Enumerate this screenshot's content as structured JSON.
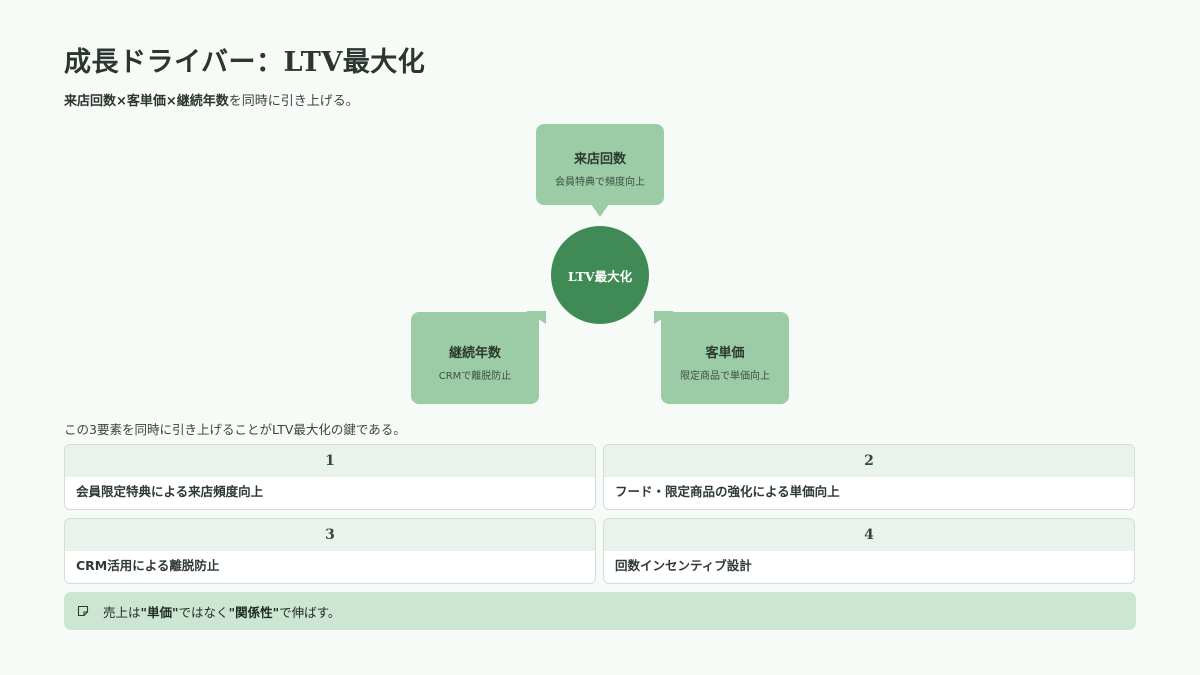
{
  "slide": {
    "title": "成長ドライバー：LTV最大化",
    "subtitle": {
      "bold": "来店回数×客単価×継続年数",
      "rest": "を同時に引き上げる。"
    }
  },
  "diagram": {
    "hub": "LTV最大化",
    "nodes": {
      "top": {
        "title": "来店回数",
        "sub": "会員特典で頻度向上"
      },
      "left": {
        "title": "継続年数",
        "sub": "CRMで離脱防止"
      },
      "right": {
        "title": "客単価",
        "sub": "限定商品で単価向上"
      }
    },
    "caption": "この3要素を同時に引き上げることがLTV最大化の鍵である。"
  },
  "points": [
    {
      "num": "1",
      "text": "会員限定特典による来店頻度向上"
    },
    {
      "num": "2",
      "text": "フード・限定商品の強化による単価向上"
    },
    {
      "num": "3",
      "text": "CRM活用による離脱防止"
    },
    {
      "num": "4",
      "text": "回数インセンティブ設計"
    }
  ],
  "note": {
    "icon": "note-icon",
    "pre": "売上は",
    "bold1": "\"単価\"",
    "mid": "ではなく",
    "bold2": "\"関係性\"",
    "post": "で伸ばす。"
  },
  "colors": {
    "background": "#f6fbf8",
    "node": "#9bcca5",
    "hub": "#3f8a55",
    "note": "#cde6d3"
  }
}
